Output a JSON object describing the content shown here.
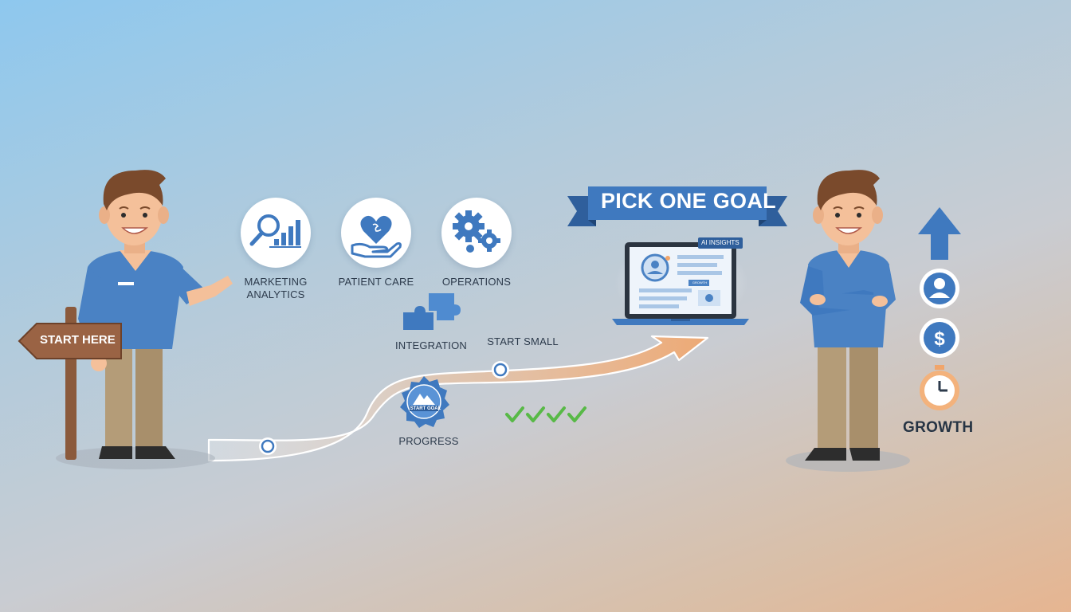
{
  "signpost": {
    "label": "START HERE"
  },
  "goal_banner": {
    "label": "PICK ONE GOAL"
  },
  "options": [
    {
      "label_line1": "MARKETING",
      "label_line2": "ANALYTICS",
      "icon": "magnifier-bar-chart-icon"
    },
    {
      "label_line1": "PATIENT CARE",
      "icon": "heart-in-hand-icon"
    },
    {
      "label_line1": "OPERATIONS",
      "icon": "gears-icon"
    }
  ],
  "milestones": {
    "integration": "INTEGRATION",
    "start_small": "START SMALL",
    "progress": "PROGRESS",
    "badge_text": "START GOAL",
    "checkmarks_count": 4
  },
  "laptop": {
    "tag": "AI INSIGHTS",
    "chip": "GROWTH"
  },
  "growth": {
    "label": "GROWTH",
    "icons": [
      "up-arrow-icon",
      "user-icon",
      "dollar-icon",
      "timer-icon"
    ]
  },
  "colors": {
    "primary_blue": "#3f79bf",
    "dark_blue": "#2f5f9c",
    "skin": "#f4c09a",
    "hair": "#7a4a2c",
    "pants": "#b49c78",
    "sign_wood": "#8b5a3c",
    "check_green": "#58b947",
    "path_orange": "#f1a56a"
  }
}
